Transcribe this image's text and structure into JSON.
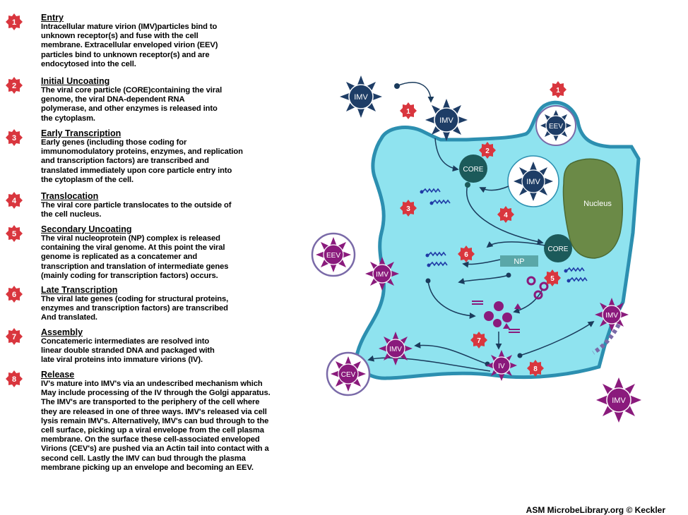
{
  "steps": [
    {
      "num": "1",
      "title": "Entry",
      "text": "Intracellular mature virion (IMV)particles bind to\nunknown receptor(s) and fuse with the cell\nmembrane. Extracellular enveloped virion (EEV)\nparticles bind to unknown receptor(s) and are\nendocytosed into the cell."
    },
    {
      "num": "2",
      "title": "Initial Uncoating",
      "text": "The viral core particle (CORE)containing the viral\ngenome, the viral DNA-dependent RNA\npolymerase, and other enzymes is released into\nthe cytoplasm."
    },
    {
      "num": "3",
      "title": "Early Transcription",
      "text": "Early genes (including those coding for\nimmunomodulatory proteins, enzymes, and replication\nand transcription factors) are transcribed and\ntranslated immediately upon core particle entry into\nthe cytoplasm of the cell."
    },
    {
      "num": "4",
      "title": "Translocation",
      "text": "The viral core particle translocates to the outside of\nthe cell nucleus."
    },
    {
      "num": "5",
      "title": "Secondary Uncoating",
      "text": "The viral nucleoprotein (NP) complex is released\ncontaining the viral genome. At this point the viral\ngenome is replicated as a concatemer and\ntranscription and translation of intermediate genes\n(mainly coding for transcription factors) occurs."
    },
    {
      "num": "6",
      "title": "Late Transcription",
      "text": "The viral late genes (coding for structural proteins,\nenzymes and transcription factors) are transcribed\nAnd translated."
    },
    {
      "num": "7",
      "title": "Assembly",
      "text": "Concatemeric intermediates are resolved into\nlinear double stranded DNA and packaged with\nlate viral proteins into immature virions (IV)."
    },
    {
      "num": "8",
      "title": "Release",
      "text": "IV's mature into IMV's via an undescribed mechanism which\nMay include processing of the IV through the Golgi apparatus.\nThe IMV's are transported to the periphery of the cell where\nthey are released in one of three ways. IMV's released via cell\nlysis remain IMV's. Alternatively, IMV's can bud through to the\ncell surface, picking up a viral envelope from the cell plasma\nmembrane. On the surface these cell-associated enveloped\nVirions (CEV's) are pushed via an Actin tail into contact with a\nsecond cell. Lastly the IMV can bud through the plasma\nmembrane picking up an envelope and becoming an EEV."
    }
  ],
  "diagram": {
    "labels": {
      "imv": "IMV",
      "eev": "EEV",
      "cev": "CEV",
      "core": "CORE",
      "iv": "IV",
      "np": "NP",
      "nucleus": "Nucleus"
    },
    "badge_numbers": [
      "1",
      "1",
      "2",
      "3",
      "4",
      "5",
      "6",
      "7",
      "8"
    ]
  },
  "colors": {
    "badge": "#d9363e",
    "cytoplasm": "#8fe3ef",
    "membrane": "#2c8fb0",
    "imv_dark": "#1e3d66",
    "purple": "#8a1a7c",
    "core": "#1c5a5a",
    "nucleus": "#6b8a47",
    "np": "#5aa7a8"
  },
  "credit": "ASM MicrobeLibrary.org © Keckler"
}
